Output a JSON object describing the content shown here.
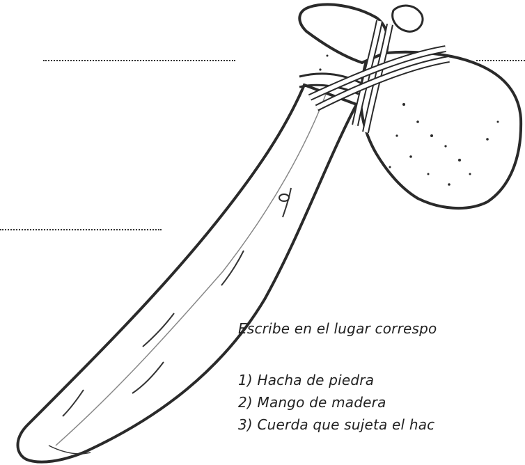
{
  "worksheet": {
    "instruction": "Escribe en el lugar correspo",
    "items": [
      "1) Hacha de piedra",
      "2) Mango de madera",
      "3) Cuerda que sujeta el hac"
    ]
  },
  "illustration": {
    "subject": "axe-illustration",
    "stroke_color": "#2a2a2a",
    "fill_color": "#ffffff"
  }
}
